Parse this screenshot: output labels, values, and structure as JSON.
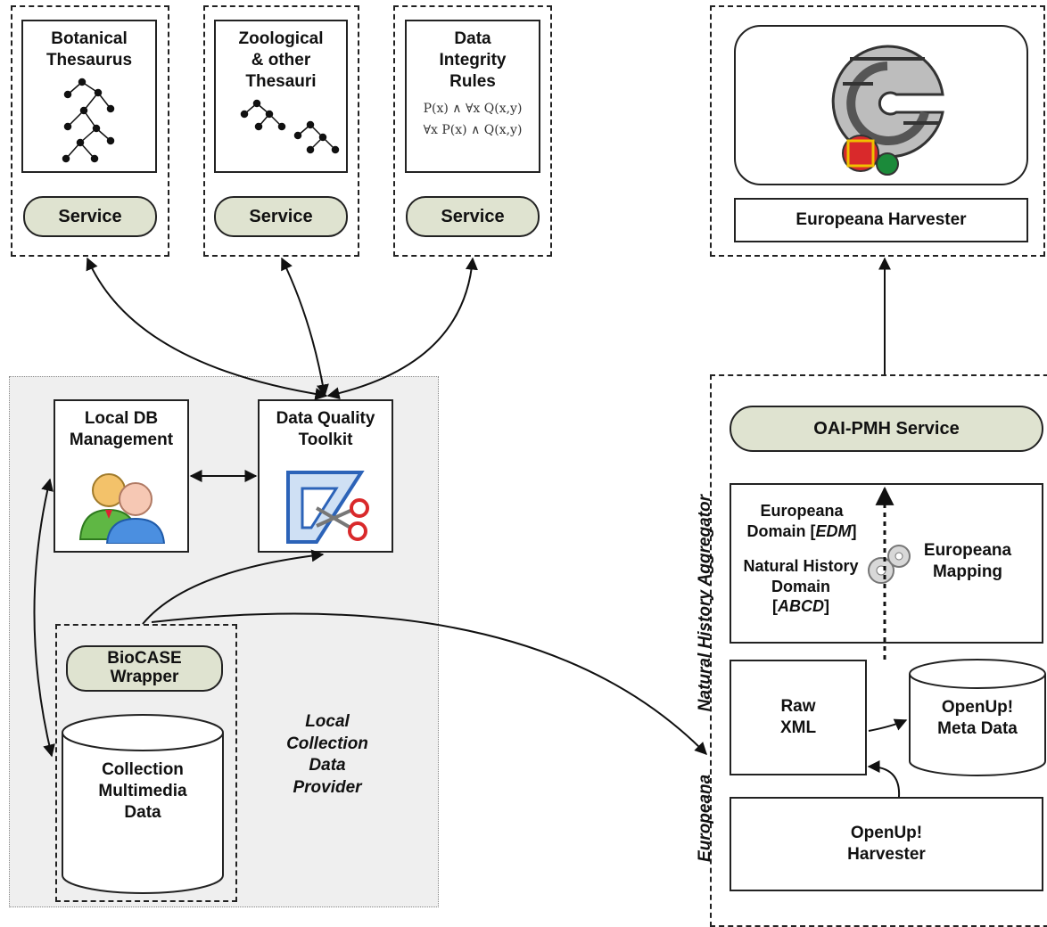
{
  "thesauri": [
    {
      "title_line1": "Botanical",
      "title_line2": "Thesaurus",
      "title_line3": "",
      "service": "Service"
    },
    {
      "title_line1": "Zoological",
      "title_line2": "& other",
      "title_line3": "Thesauri",
      "service": "Service"
    },
    {
      "title_line1": "Data",
      "title_line2": "Integrity",
      "title_line3": "Rules",
      "service": "Service",
      "formula1": "P(x) ∧ ∀x Q(x,y)",
      "formula2": "∀x P(x) ∧ Q(x,y)"
    }
  ],
  "provider": {
    "local_db_line1": "Local DB",
    "local_db_line2": "Management",
    "dq_line1": "Data Quality",
    "dq_line2": "Toolkit",
    "biocase_line1": "BioCASE",
    "biocase_line2": "Wrapper",
    "collection_line1": "Collection",
    "collection_line2": "Multimedia",
    "collection_line3": "Data",
    "caption_line1": "Local",
    "caption_line2": "Collection",
    "caption_line3": "Data",
    "caption_line4": "Provider"
  },
  "europeana_top": {
    "harvester": "Europeana Harvester"
  },
  "aggregator": {
    "side_label_1": "Europeana",
    "side_label_2": "Natural History Aggregator",
    "oai": "OAI-PMH Service",
    "edm_line1": "Europeana",
    "edm_line2_pre": "Domain [",
    "edm_line2_em": "EDM",
    "edm_line2_post": "]",
    "nh_line1": "Natural History",
    "nh_line2": "Domain",
    "nh_line3_pre": "[",
    "nh_line3_em": "ABCD",
    "nh_line3_post": "]",
    "mapping_line1": "Europeana",
    "mapping_line2": "Mapping",
    "raw_line1": "Raw",
    "raw_line2": "XML",
    "meta_line1": "OpenUp!",
    "meta_line2": "Meta Data",
    "harv_line1": "OpenUp!",
    "harv_line2": "Harvester"
  },
  "colors": {
    "service_fill": "#dfe3d0",
    "shade": "#efefef",
    "line": "#222222",
    "accent_red": "#d9292b",
    "accent_green": "#1b8a3a"
  }
}
